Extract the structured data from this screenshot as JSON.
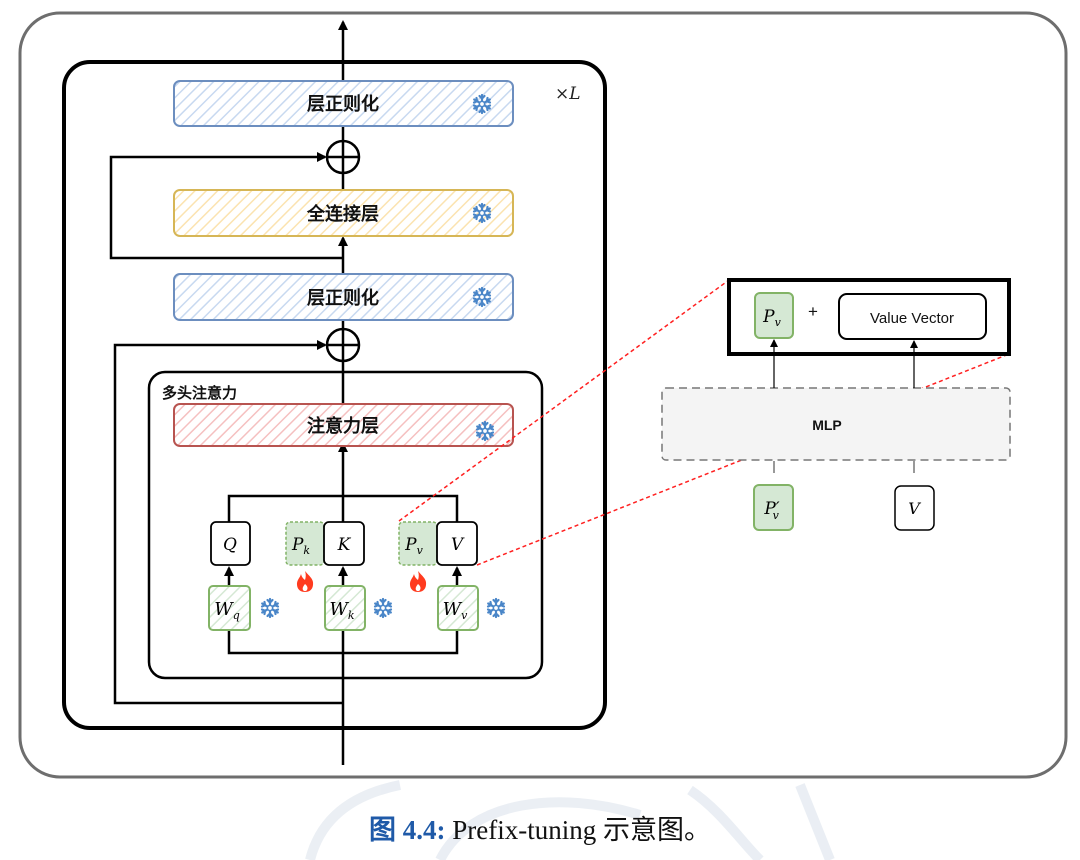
{
  "figure": {
    "caption_prefix": "图 4.4:",
    "caption_text": " Prefix-tuning 示意图。"
  },
  "block": {
    "repeat_label": "×L",
    "layers": {
      "norm_top": {
        "label": "层正则化",
        "frozen_icon": "snowflake-icon",
        "color": "#6c8ebf"
      },
      "ffn": {
        "label": "全连接层",
        "frozen_icon": "snowflake-icon",
        "color": "#d6b656"
      },
      "norm_bottom": {
        "label": "层正则化",
        "frozen_icon": "snowflake-icon",
        "color": "#6c8ebf"
      },
      "attention": {
        "label": "注意力层",
        "frozen_icon": "snowflake-icon",
        "color": "#b85450"
      }
    },
    "mha_title": "多头注意力",
    "qkv": {
      "q": "Q",
      "k": "K",
      "v": "V",
      "pk": "P",
      "pk_sub": "k",
      "pv": "P",
      "pv_sub": "v",
      "wq": "W",
      "wq_sub": "q",
      "wk": "W",
      "wk_sub": "k",
      "wv": "W",
      "wv_sub": "v",
      "trainable_icon": "fire-icon",
      "frozen_icon": "snowflake-icon",
      "prefix_color": "#82b366"
    }
  },
  "zoom_panel": {
    "pv": "P",
    "pv_sub": "v",
    "plus": "+",
    "value_vector": "Value Vector",
    "mlp": "MLP",
    "pv_prime": "P′",
    "pv_prime_sub": "v",
    "v": "V",
    "connector_color": "#ff0000"
  }
}
